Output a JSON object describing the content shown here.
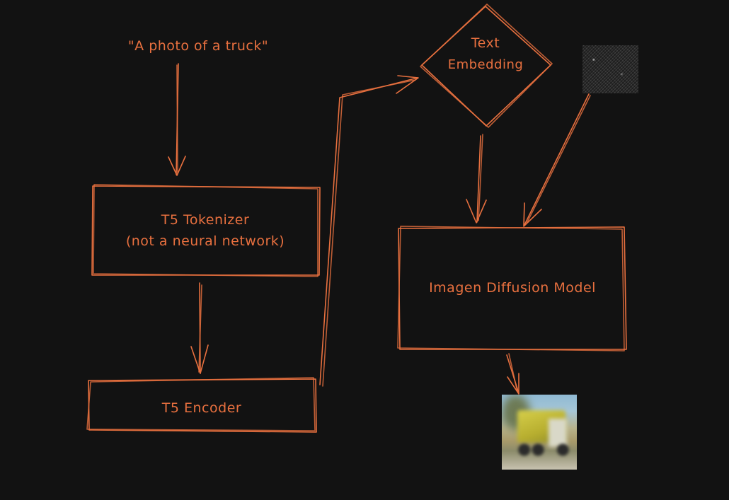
{
  "nodes": {
    "prompt": "\"A photo of a truck\"",
    "tokenizer_line1": "T5 Tokenizer",
    "tokenizer_line2": "(not a neural network)",
    "encoder": "T5 Encoder",
    "embedding_line1": "Text",
    "embedding_line2": "Embedding",
    "model": "Imagen Diffusion Model"
  },
  "images": {
    "noise": "noise-image",
    "output": "truck-image"
  },
  "colors": {
    "background": "#121212",
    "stroke": "#e8703f"
  }
}
